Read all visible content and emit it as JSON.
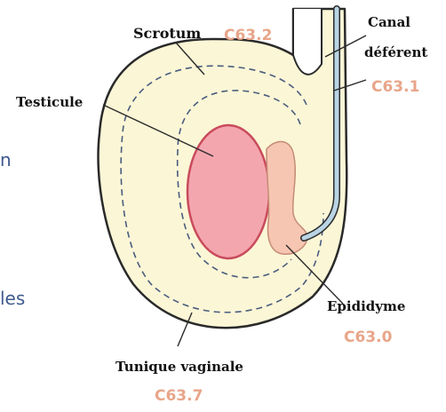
{
  "labels": {
    "scrotum": "Scrotum",
    "scrotum_code": "C63.2",
    "canal_line1": "Canal",
    "canal_line2": "déférent",
    "canal_code": "C63.1",
    "testicule": "Testicule",
    "epididyme": "Epididyme",
    "epididyme_code": "C63.0",
    "tunique": "Tunique vaginale",
    "tunique_code": "C63.7"
  },
  "fragments": {
    "left_n": "n",
    "left_les": "les"
  },
  "colors": {
    "code": "#e8a589",
    "scrotum_fill": "#fbf6d6",
    "testis_fill": "#f4a6ae",
    "testis_stroke": "#c94b5c",
    "epididymis_fill": "#f7c6b2",
    "duct_fill": "#b9d4e4",
    "fragment_text": "#3f5a8f",
    "outline": "#2a2a2a",
    "dashed": "#4a5d7e"
  }
}
